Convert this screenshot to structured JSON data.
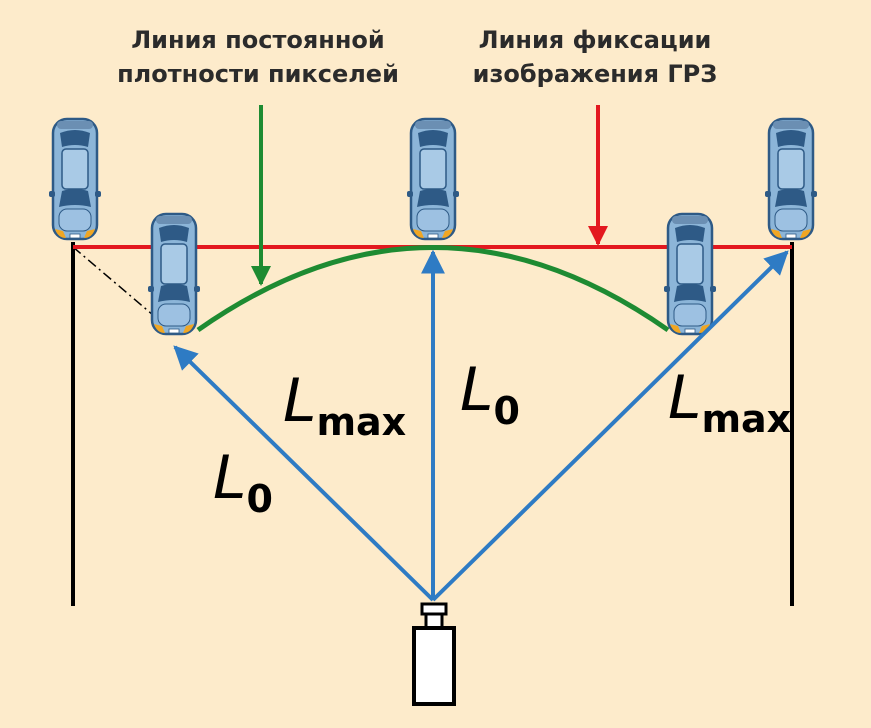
{
  "colors": {
    "background": "#FDEBCB",
    "line_density": "#1E8B32",
    "line_fixation": "#E3181F",
    "vectors": "#2E7BC4",
    "road": "#000000",
    "car_body": "#8CB5D8",
    "car_dark": "#2E5A86",
    "car_light": "#F0A623",
    "camera_fill": "#FFFFFF",
    "camera_stroke": "#000000"
  },
  "labels": {
    "density_line_1": "Линия постоянной",
    "density_line_2": "плотности пикселей",
    "fixation_line_1": "Линия фиксации",
    "fixation_line_2": "изображения ГРЗ"
  },
  "vector_labels": {
    "left_near": {
      "symbol": "L",
      "sub": "0"
    },
    "left_far": {
      "symbol": "L",
      "sub": "max"
    },
    "center": {
      "symbol": "L",
      "sub": "0"
    },
    "right_far": {
      "symbol": "L",
      "sub": "max"
    }
  },
  "icons": {
    "car": "car-topview-icon",
    "camera": "camera-icon"
  }
}
